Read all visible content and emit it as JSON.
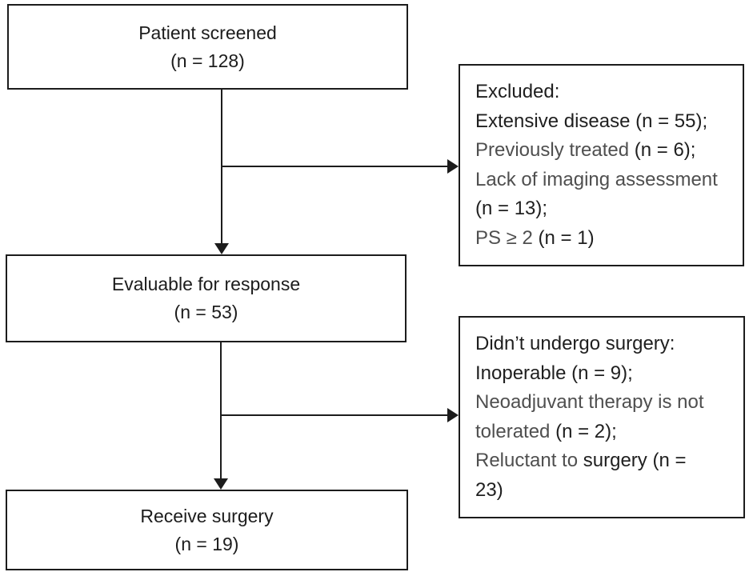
{
  "diagram": {
    "type": "flowchart",
    "colors": {
      "background": "#ffffff",
      "border": "#1c1c1c",
      "ink_black": "#1f1f1f",
      "ink_gray": "#4f4f4f"
    },
    "flow_boxes": [
      {
        "label": "Patient screened",
        "count": "(n = 128)"
      },
      {
        "label": "Evaluable for response",
        "count": "(n = 53)"
      },
      {
        "label": "Receive surgery",
        "count": "(n = 19)"
      }
    ],
    "side_boxes": [
      {
        "name": "excluded",
        "lines": [
          [
            {
              "text": "Excluded:",
              "tone": "black"
            }
          ],
          [
            {
              "text": "Extensive disease (n = 55);",
              "tone": "black"
            }
          ],
          [
            {
              "text": "Previously treated ",
              "tone": "gray"
            },
            {
              "text": "(n = 6);",
              "tone": "black"
            }
          ],
          [
            {
              "text": "Lack of imaging assessment",
              "tone": "gray"
            }
          ],
          [
            {
              "text": "(n = 13);",
              "tone": "black"
            }
          ],
          [
            {
              "text": "PS ≥ 2 ",
              "tone": "gray"
            },
            {
              "text": "(n = 1)",
              "tone": "black"
            }
          ]
        ]
      },
      {
        "name": "didnt-undergo-surgery",
        "lines": [
          [
            {
              "text": "Didn’t undergo surgery:",
              "tone": "black"
            }
          ],
          [
            {
              "text": "Inoperable (n = 9);",
              "tone": "black"
            }
          ],
          [
            {
              "text": "Neoadjuvant therapy is not",
              "tone": "gray"
            }
          ],
          [
            {
              "text": "tolerated ",
              "tone": "gray"
            },
            {
              "text": "(n = 2);",
              "tone": "black"
            }
          ],
          [
            {
              "text": "Reluctant to ",
              "tone": "gray"
            },
            {
              "text": "surgery (n =",
              "tone": "black"
            }
          ],
          [
            {
              "text": "23)",
              "tone": "black"
            }
          ]
        ]
      }
    ]
  }
}
